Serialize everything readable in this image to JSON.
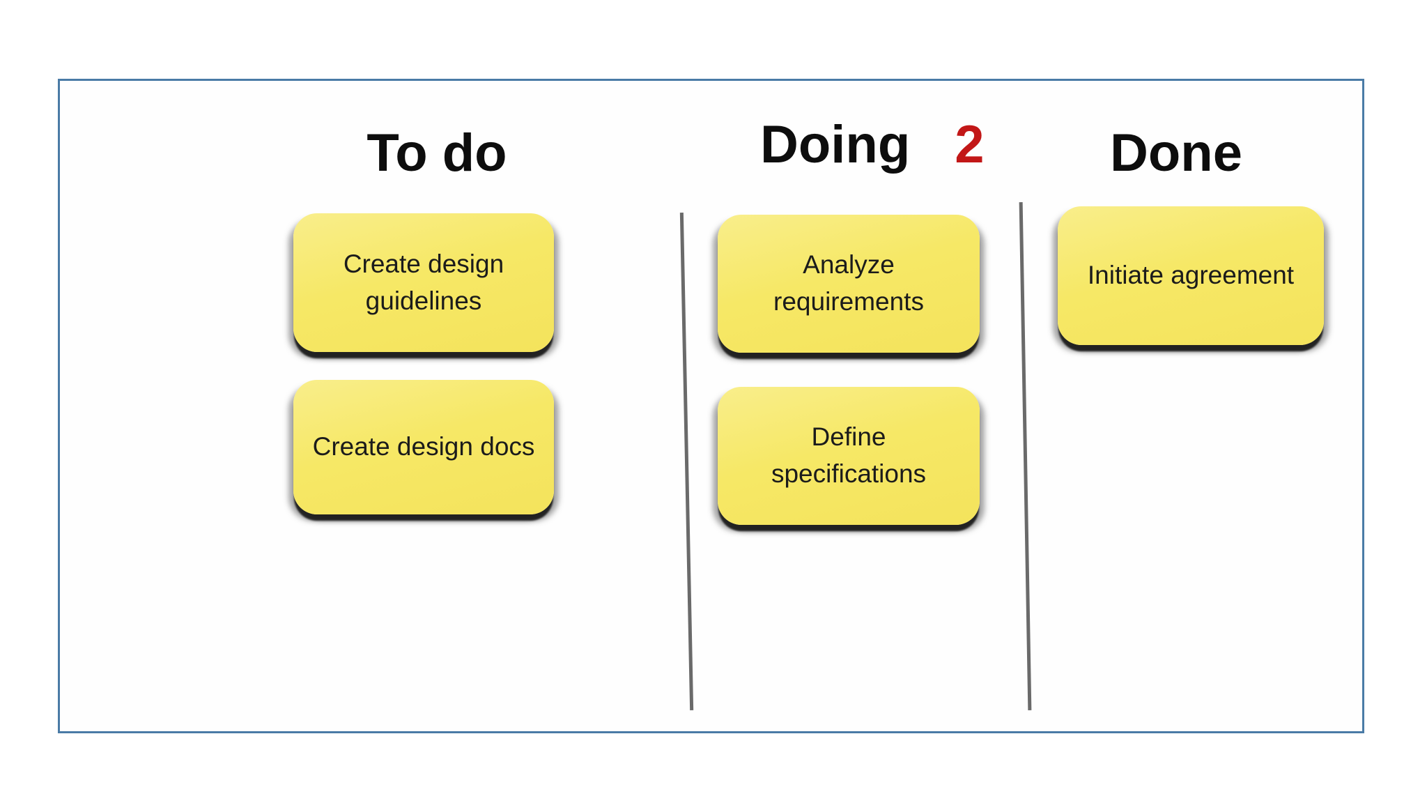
{
  "board": {
    "columns": [
      {
        "title": "To do",
        "wip_limit": "",
        "cards": [
          "Create design guidelines",
          "Create design docs"
        ]
      },
      {
        "title": "Doing",
        "wip_limit": "2",
        "cards": [
          "Analyze requirements",
          "Define specifications"
        ]
      },
      {
        "title": "Done",
        "wip_limit": "",
        "cards": [
          "Initiate agreement"
        ]
      }
    ],
    "colors": {
      "note_fill": "#f6e866",
      "note_text": "#1b1b1b",
      "header_text": "#0d0d0d",
      "wip_limit_red": "#c21717",
      "frame_border": "#4a7ba6",
      "divider_gray": "#6a6a6a"
    }
  }
}
